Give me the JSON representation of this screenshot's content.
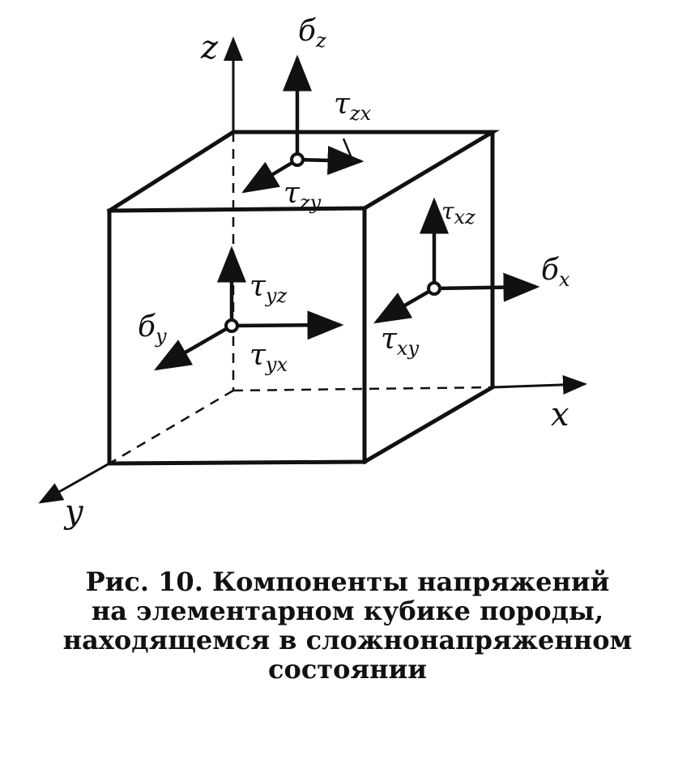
{
  "figure": {
    "axes": {
      "x": "x",
      "y": "y",
      "z": "z"
    },
    "stress_labels": {
      "sigma_z": {
        "base": "б",
        "sub": "z"
      },
      "tau_zx": {
        "base": "τ",
        "sub": "zx"
      },
      "tau_zy": {
        "base": "τ",
        "sub": "zy"
      },
      "tau_xz": {
        "base": "τ",
        "sub": "xz"
      },
      "sigma_x": {
        "base": "б",
        "sub": "x"
      },
      "tau_yz": {
        "base": "τ",
        "sub": "yz"
      },
      "sigma_y": {
        "base": "б",
        "sub": "y"
      },
      "tau_yx": {
        "base": "τ",
        "sub": "yx"
      },
      "tau_xy": {
        "base": "τ",
        "sub": "xy"
      }
    }
  },
  "caption": {
    "line1": "Рис. 10. Компоненты напряжений",
    "line2": "на элементарном кубике породы,",
    "line3": "находящемся в сложнонапряженном",
    "line4": "состоянии"
  }
}
